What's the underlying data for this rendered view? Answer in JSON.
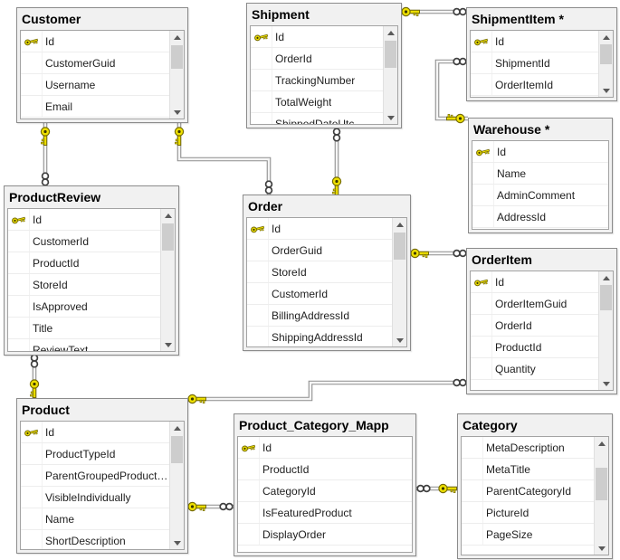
{
  "canvas": {
    "background": "#ffffff"
  },
  "colors": {
    "table_header_bg": "#f1f1f1",
    "table_border": "#8b8b8b",
    "body_bg": "#ffffff",
    "row_divider": "#ededed",
    "scrollbar_track": "#f0f0f0",
    "scrollbar_thumb": "#cdcdcd",
    "scroll_arrow": "#5a5a5a",
    "wire_outer": "#8f8f8f",
    "wire_inner": "#f5f5f5",
    "key_fill": "#efe100",
    "key_stroke": "#756b00",
    "many_stroke": "#3f3f3f"
  },
  "tables": [
    {
      "id": "customer",
      "title": "Customer",
      "columns": [
        {
          "name": "Id",
          "key": true
        },
        {
          "name": "CustomerGuid",
          "key": false
        },
        {
          "name": "Username",
          "key": false
        },
        {
          "name": "Email",
          "key": false
        }
      ]
    },
    {
      "id": "shipment",
      "title": "Shipment",
      "columns": [
        {
          "name": "Id",
          "key": true
        },
        {
          "name": "OrderId",
          "key": false
        },
        {
          "name": "TrackingNumber",
          "key": false
        },
        {
          "name": "TotalWeight",
          "key": false
        },
        {
          "name": "ShippedDateUtc",
          "key": false
        }
      ]
    },
    {
      "id": "shipmentitem",
      "title": "ShipmentItem *",
      "columns": [
        {
          "name": "Id",
          "key": true
        },
        {
          "name": "ShipmentId",
          "key": false
        },
        {
          "name": "OrderItemId",
          "key": false
        }
      ]
    },
    {
      "id": "warehouse",
      "title": "Warehouse *",
      "columns": [
        {
          "name": "Id",
          "key": true
        },
        {
          "name": "Name",
          "key": false
        },
        {
          "name": "AdminComment",
          "key": false
        },
        {
          "name": "AddressId",
          "key": false
        }
      ]
    },
    {
      "id": "productreview",
      "title": "ProductReview",
      "columns": [
        {
          "name": "Id",
          "key": true
        },
        {
          "name": "CustomerId",
          "key": false
        },
        {
          "name": "ProductId",
          "key": false
        },
        {
          "name": "StoreId",
          "key": false
        },
        {
          "name": "IsApproved",
          "key": false
        },
        {
          "name": "Title",
          "key": false
        },
        {
          "name": "ReviewText",
          "key": false
        }
      ]
    },
    {
      "id": "order",
      "title": "Order",
      "columns": [
        {
          "name": "Id",
          "key": true
        },
        {
          "name": "OrderGuid",
          "key": false
        },
        {
          "name": "StoreId",
          "key": false
        },
        {
          "name": "CustomerId",
          "key": false
        },
        {
          "name": "BillingAddressId",
          "key": false
        },
        {
          "name": "ShippingAddressId",
          "key": false
        }
      ]
    },
    {
      "id": "orderitem",
      "title": "OrderItem",
      "columns": [
        {
          "name": "Id",
          "key": true
        },
        {
          "name": "OrderItemGuid",
          "key": false
        },
        {
          "name": "OrderId",
          "key": false
        },
        {
          "name": "ProductId",
          "key": false
        },
        {
          "name": "Quantity",
          "key": false
        }
      ]
    },
    {
      "id": "product",
      "title": "Product",
      "columns": [
        {
          "name": "Id",
          "key": true
        },
        {
          "name": "ProductTypeId",
          "key": false
        },
        {
          "name": "ParentGroupedProduct…",
          "key": false
        },
        {
          "name": "VisibleIndividually",
          "key": false
        },
        {
          "name": "Name",
          "key": false
        },
        {
          "name": "ShortDescription",
          "key": false
        }
      ]
    },
    {
      "id": "product_category_map",
      "title": "Product_Category_Mapp",
      "columns": [
        {
          "name": "Id",
          "key": true
        },
        {
          "name": "ProductId",
          "key": false
        },
        {
          "name": "CategoryId",
          "key": false
        },
        {
          "name": "IsFeaturedProduct",
          "key": false
        },
        {
          "name": "DisplayOrder",
          "key": false
        }
      ]
    },
    {
      "id": "category",
      "title": "Category",
      "columns": [
        {
          "name": "MetaDescription",
          "key": false
        },
        {
          "name": "MetaTitle",
          "key": false
        },
        {
          "name": "ParentCategoryId",
          "key": false
        },
        {
          "name": "PictureId",
          "key": false
        },
        {
          "name": "PageSize",
          "key": false
        }
      ]
    }
  ],
  "relationships": [
    {
      "id": "customer-productreview",
      "one": "Customer",
      "many": "ProductReview"
    },
    {
      "id": "customer-order",
      "one": "Customer",
      "many": "Order"
    },
    {
      "id": "order-shipment",
      "one": "Order",
      "many": "Shipment"
    },
    {
      "id": "shipment-shipmentitem",
      "one": "Shipment",
      "many": "ShipmentItem"
    },
    {
      "id": "warehouse-shipmentitem",
      "one": "Warehouse",
      "many": "ShipmentItem"
    },
    {
      "id": "order-orderitem",
      "one": "Order",
      "many": "OrderItem"
    },
    {
      "id": "product-productreview",
      "one": "Product",
      "many": "ProductReview"
    },
    {
      "id": "product-orderitem",
      "one": "Product",
      "many": "OrderItem"
    },
    {
      "id": "product-product_category_map",
      "one": "Product",
      "many": "Product_Category_Mapp"
    },
    {
      "id": "category-product_category_map",
      "one": "Category",
      "many": "Product_Category_Mapp"
    }
  ]
}
